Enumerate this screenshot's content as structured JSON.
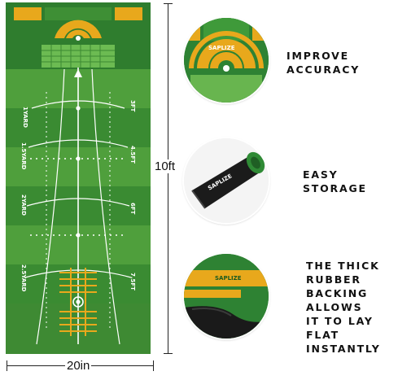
{
  "dimensions": {
    "length": "10ft",
    "width": "20in"
  },
  "mat": {
    "left_labels": [
      "1YARD",
      "1.5YARD",
      "2YARD",
      "2.5YARD"
    ],
    "right_labels": [
      "3FT",
      "4.5FT",
      "6FT",
      "7.5FT"
    ]
  },
  "features": [
    {
      "text": "IMPROVE\nACCURACY",
      "brand": "SAPLIZE"
    },
    {
      "text": "EASY\nSTORAGE",
      "brand": "SAPLIZE"
    },
    {
      "text": "THE THICK\nRUBBER\nBACKING\nALLOWS\nIT TO LAY\nFLAT\nINSTANTLY",
      "brand": "SAPLIZE"
    }
  ],
  "colors": {
    "mat_dark": "#2f7d2e",
    "mat_light": "#5cae45",
    "accent": "#e8a81c",
    "line": "#ffffff"
  }
}
